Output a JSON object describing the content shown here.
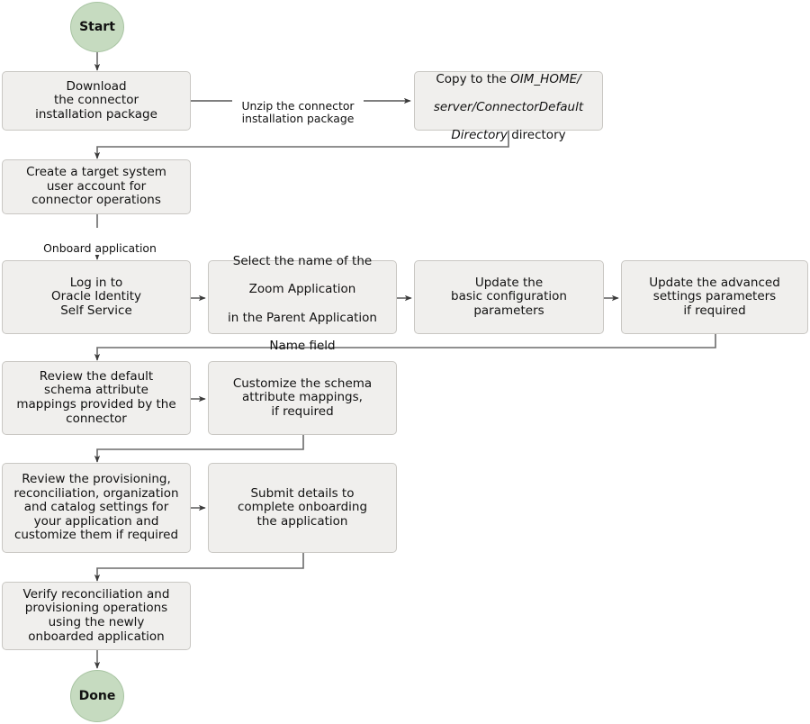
{
  "diagram": {
    "title": "Connector deployment and application onboarding flowchart",
    "colors": {
      "node_fill": "#f0efed",
      "node_border": "#c9c7c3",
      "terminator_fill": "#c6dbc0",
      "terminator_border": "#a8c4a2",
      "connector": "#6b6b6b",
      "text": "#111111",
      "background": "#ffffff"
    },
    "terminators": {
      "start": "Start",
      "done": "Done"
    },
    "nodes": [
      {
        "id": "download",
        "text": "Download\nthe connector\ninstallation package"
      },
      {
        "id": "copy-to-oim",
        "text": "Copy to the OIM_HOME/\nserver/ConnectorDefault\nDirectory directory",
        "line1_plain": "Copy to the ",
        "line1_italic": "OIM_HOME/",
        "line2_italic": "server/ConnectorDefault",
        "line3_italic": "Directory",
        "line3_plain": " directory"
      },
      {
        "id": "create-account",
        "text": "Create a target system\nuser account for\nconnector operations"
      },
      {
        "id": "log-in",
        "text": "Log in to\nOracle Identity\nSelf Service"
      },
      {
        "id": "select-name",
        "line1": "Select the name of the",
        "line2_highlight": "Zoom Application",
        "line3": "in the Parent Application",
        "line4": "Name field"
      },
      {
        "id": "basic-config",
        "text": "Update the\nbasic configuration\nparameters"
      },
      {
        "id": "advanced-settings",
        "text": "Update the advanced\nsettings parameters\nif required"
      },
      {
        "id": "review-schema",
        "text": "Review the default\nschema attribute\nmappings provided by the\nconnector"
      },
      {
        "id": "customize-schema",
        "text": "Customize the schema\nattribute mappings,\nif required"
      },
      {
        "id": "review-settings",
        "text": "Review the provisioning,\nreconciliation, organization\nand catalog settings for\nyour application and\ncustomize them if required"
      },
      {
        "id": "submit-details",
        "text": "Submit details to\ncomplete onboarding\nthe application"
      },
      {
        "id": "verify",
        "text": "Verify reconciliation and\nprovisioning operations\nusing the newly\nonboarded application"
      }
    ],
    "edge_labels": [
      {
        "id": "unzip",
        "text": "Unzip the connector\ninstallation package"
      },
      {
        "id": "onboard",
        "text": "Onboard application"
      }
    ]
  }
}
